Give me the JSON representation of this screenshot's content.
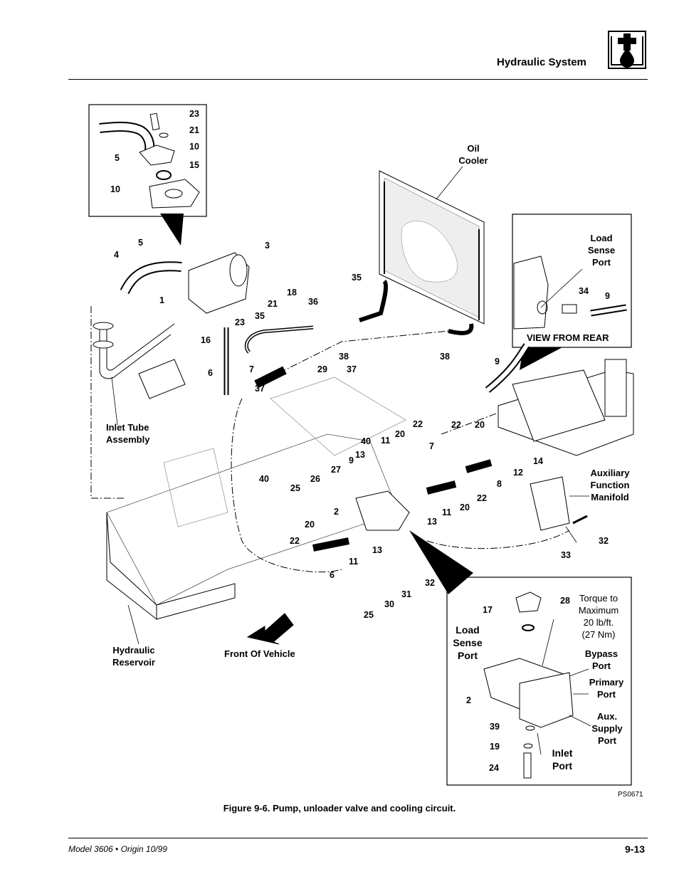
{
  "header": {
    "section_title": "Hydraulic System",
    "icon": "hydraulic-oil-drop-icon"
  },
  "figure": {
    "caption": "Figure 9-6.  Pump, unloader valve and cooling circuit.",
    "code": "PS0671",
    "labels": {
      "oil_cooler": [
        "Oil",
        "Cooler"
      ],
      "load_sense_port_rear": [
        "Load",
        "Sense",
        "Port"
      ],
      "view_from_rear": "VIEW FROM REAR",
      "inlet_tube_assembly": [
        "Inlet Tube",
        "Assembly"
      ],
      "auxiliary_function_manifold": [
        "Auxiliary",
        "Function",
        "Manifold"
      ],
      "hydraulic_reservoir": [
        "Hydraulic",
        "Reservoir"
      ],
      "front_of_vehicle": "Front Of Vehicle",
      "torque_note": [
        "Torque to",
        "Maximum",
        "20 lb/ft.",
        "(27 Nm)"
      ],
      "load_sense_port_detail": [
        "Load",
        "Sense",
        "Port"
      ],
      "bypass_port": [
        "Bypass",
        "Port"
      ],
      "primary_port": [
        "Primary",
        "Port"
      ],
      "aux_supply_port": [
        "Aux.",
        "Supply",
        "Port"
      ],
      "inlet_port": [
        "Inlet",
        "Port"
      ]
    },
    "inset_callouts": [
      "23",
      "21",
      "10",
      "15",
      "5",
      "10"
    ],
    "main_callouts": [
      "5",
      "4",
      "3",
      "1",
      "18",
      "21",
      "23",
      "16",
      "6",
      "35",
      "36",
      "35",
      "38",
      "38",
      "7",
      "29",
      "37",
      "37",
      "9",
      "9",
      "40",
      "11",
      "22",
      "22",
      "20",
      "7",
      "13",
      "20",
      "27",
      "14",
      "12",
      "8",
      "40",
      "26",
      "25",
      "2",
      "11",
      "22",
      "20",
      "13",
      "20",
      "22",
      "13",
      "11",
      "6",
      "32",
      "33",
      "32",
      "31",
      "30",
      "25",
      "34",
      "9"
    ],
    "detail_callouts": [
      "17",
      "28",
      "2",
      "39",
      "19",
      "24"
    ]
  },
  "footer": {
    "model": "Model 3606 • Origin 10/99",
    "page": "9-13"
  }
}
